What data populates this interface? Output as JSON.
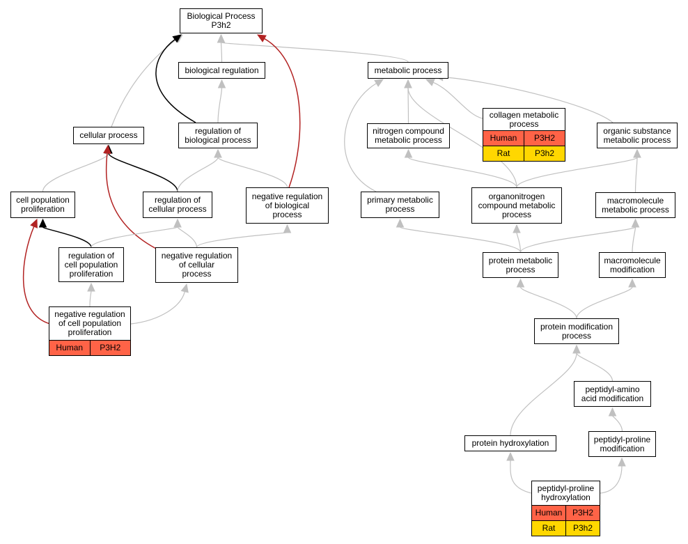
{
  "colors": {
    "edge_default": "#c0c0c0",
    "edge_highlight_black": "#000000",
    "edge_highlight_red": "#b22222",
    "annotation_human": "#ff6347",
    "annotation_rat": "#ffd700"
  },
  "nodes": {
    "biological_process": "Biological Process\nP3h2",
    "biological_regulation": "biological regulation",
    "metabolic_process": "metabolic process",
    "cellular_process": "cellular process",
    "regulation_of_biological_process": "regulation of\nbiological process",
    "collagen_metabolic_process": "collagen metabolic\nprocess",
    "nitrogen_compound_metabolic_process": "nitrogen compound\nmetabolic process",
    "organic_substance_metabolic_process": "organic substance\nmetabolic process",
    "cell_population_proliferation": "cell population\nproliferation",
    "regulation_of_cellular_process": "regulation of\ncellular process",
    "negative_regulation_of_biological_process": "negative regulation\nof biological\nprocess",
    "primary_metabolic_process": "primary metabolic\nprocess",
    "organonitrogen_compound_metabolic_process": "organonitrogen\ncompound metabolic\nprocess",
    "macromolecule_metabolic_process": "macromolecule\nmetabolic process",
    "regulation_of_cell_population_proliferation": "regulation of\ncell population\nproliferation",
    "negative_regulation_of_cellular_process": "negative regulation\nof cellular\nprocess",
    "protein_metabolic_process": "protein metabolic\nprocess",
    "macromolecule_modification": "macromolecule\nmodification",
    "negative_regulation_of_cell_population_proliferation": "negative regulation\nof cell population\nproliferation",
    "protein_modification_process": "protein modification\nprocess",
    "peptidyl_amino_acid_modification": "peptidyl-amino\nacid modification",
    "protein_hydroxylation": "protein hydroxylation",
    "peptidyl_proline_modification": "peptidyl-proline\nmodification",
    "peptidyl_proline_hydroxylation": "peptidyl-proline\nhydroxylation"
  },
  "annotations": {
    "collagen_metabolic_process": [
      {
        "species": "Human",
        "gene": "P3H2",
        "color": "human"
      },
      {
        "species": "Rat",
        "gene": "P3h2",
        "color": "rat"
      }
    ],
    "negative_regulation_of_cell_population_proliferation": [
      {
        "species": "Human",
        "gene": "P3H2",
        "color": "human"
      }
    ],
    "peptidyl_proline_hydroxylation": [
      {
        "species": "Human",
        "gene": "P3H2",
        "color": "human"
      },
      {
        "species": "Rat",
        "gene": "P3h2",
        "color": "rat"
      }
    ]
  },
  "edges": [
    {
      "from": "biological_regulation",
      "to": "biological_process",
      "style": "default"
    },
    {
      "from": "metabolic_process",
      "to": "biological_process",
      "style": "default"
    },
    {
      "from": "cellular_process",
      "to": "biological_process",
      "style": "default"
    },
    {
      "from": "regulation_of_biological_process",
      "to": "biological_process",
      "style": "black"
    },
    {
      "from": "negative_regulation_of_biological_process",
      "to": "biological_process",
      "style": "red"
    },
    {
      "from": "regulation_of_biological_process",
      "to": "biological_regulation",
      "style": "default"
    },
    {
      "from": "collagen_metabolic_process",
      "to": "metabolic_process",
      "style": "default"
    },
    {
      "from": "nitrogen_compound_metabolic_process",
      "to": "metabolic_process",
      "style": "default"
    },
    {
      "from": "organic_substance_metabolic_process",
      "to": "metabolic_process",
      "style": "default"
    },
    {
      "from": "primary_metabolic_process",
      "to": "metabolic_process",
      "style": "default"
    },
    {
      "from": "cell_population_proliferation",
      "to": "cellular_process",
      "style": "default"
    },
    {
      "from": "regulation_of_cellular_process",
      "to": "cellular_process",
      "style": "black"
    },
    {
      "from": "negative_regulation_of_cellular_process",
      "to": "cellular_process",
      "style": "red"
    },
    {
      "from": "regulation_of_cellular_process",
      "to": "regulation_of_biological_process",
      "style": "default"
    },
    {
      "from": "negative_regulation_of_biological_process",
      "to": "regulation_of_biological_process",
      "style": "default"
    },
    {
      "from": "regulation_of_cell_population_proliferation",
      "to": "cell_population_proliferation",
      "style": "black"
    },
    {
      "from": "negative_regulation_of_cell_population_proliferation",
      "to": "cell_population_proliferation",
      "style": "red"
    },
    {
      "from": "regulation_of_cell_population_proliferation",
      "to": "regulation_of_cellular_process",
      "style": "default"
    },
    {
      "from": "negative_regulation_of_cellular_process",
      "to": "regulation_of_cellular_process",
      "style": "default"
    },
    {
      "from": "negative_regulation_of_cellular_process",
      "to": "negative_regulation_of_biological_process",
      "style": "default"
    },
    {
      "from": "negative_regulation_of_cell_population_proliferation",
      "to": "regulation_of_cell_population_proliferation",
      "style": "default"
    },
    {
      "from": "negative_regulation_of_cell_population_proliferation",
      "to": "negative_regulation_of_cellular_process",
      "style": "default"
    },
    {
      "from": "organonitrogen_compound_metabolic_process",
      "to": "nitrogen_compound_metabolic_process",
      "style": "default"
    },
    {
      "from": "organonitrogen_compound_metabolic_process",
      "to": "organic_substance_metabolic_process",
      "style": "default"
    },
    {
      "from": "macromolecule_metabolic_process",
      "to": "organic_substance_metabolic_process",
      "style": "default"
    },
    {
      "from": "organonitrogen_compound_metabolic_process",
      "to": "metabolic_process",
      "style": "default"
    },
    {
      "from": "protein_metabolic_process",
      "to": "primary_metabolic_process",
      "style": "default"
    },
    {
      "from": "protein_metabolic_process",
      "to": "organonitrogen_compound_metabolic_process",
      "style": "default"
    },
    {
      "from": "protein_metabolic_process",
      "to": "macromolecule_metabolic_process",
      "style": "default"
    },
    {
      "from": "macromolecule_modification",
      "to": "macromolecule_metabolic_process",
      "style": "default"
    },
    {
      "from": "protein_modification_process",
      "to": "protein_metabolic_process",
      "style": "default"
    },
    {
      "from": "protein_modification_process",
      "to": "macromolecule_modification",
      "style": "default"
    },
    {
      "from": "peptidyl_amino_acid_modification",
      "to": "protein_modification_process",
      "style": "default"
    },
    {
      "from": "protein_hydroxylation",
      "to": "protein_modification_process",
      "style": "default"
    },
    {
      "from": "peptidyl_proline_modification",
      "to": "peptidyl_amino_acid_modification",
      "style": "default"
    },
    {
      "from": "peptidyl_proline_hydroxylation",
      "to": "protein_hydroxylation",
      "style": "default"
    },
    {
      "from": "peptidyl_proline_hydroxylation",
      "to": "peptidyl_proline_modification",
      "style": "default"
    }
  ]
}
